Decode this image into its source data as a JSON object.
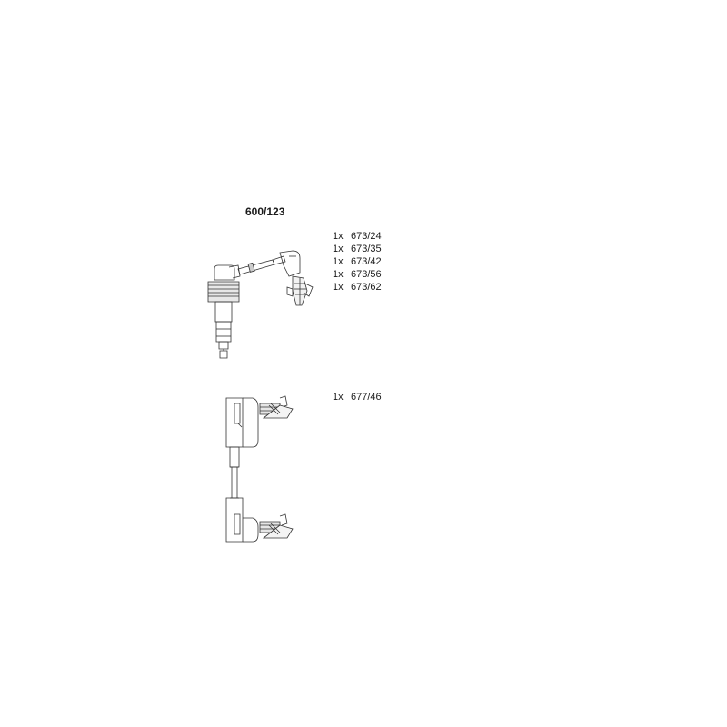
{
  "kit_number": "600/123",
  "parts_group_1": [
    {
      "qty": "1x",
      "part": "673/24"
    },
    {
      "qty": "1x",
      "part": "673/35"
    },
    {
      "qty": "1x",
      "part": "673/42"
    },
    {
      "qty": "1x",
      "part": "673/56"
    },
    {
      "qty": "1x",
      "part": "673/62"
    }
  ],
  "parts_group_2": [
    {
      "qty": "1x",
      "part": "677/46"
    }
  ],
  "colors": {
    "line": "#333333",
    "background": "#ffffff"
  }
}
